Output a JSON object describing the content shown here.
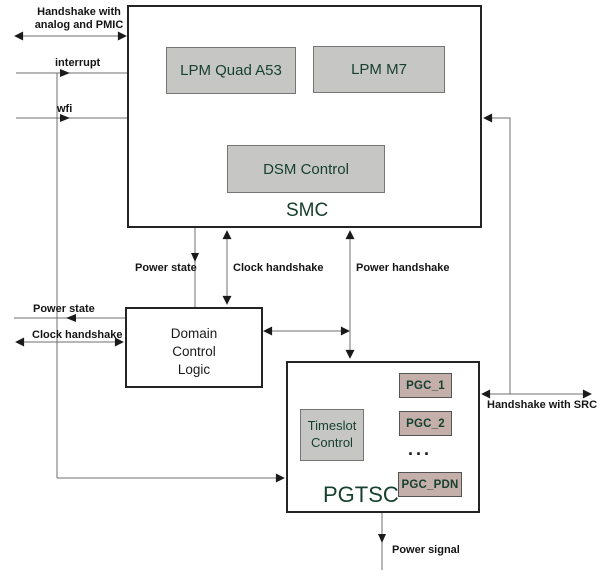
{
  "diagram": {
    "smc": {
      "label": "SMC",
      "blocks": {
        "lpm_a53": "LPM Quad A53",
        "lpm_m7": "LPM M7",
        "dsm": "DSM Control"
      }
    },
    "domain_control": {
      "label": "Domain Control Logic"
    },
    "pgtsc": {
      "label": "PGTSC",
      "timeslot": "Timeslot Control",
      "pgc_units": [
        "PGC_1",
        "PGC_2",
        "PGC_PDN"
      ],
      "ellipsis": "..."
    },
    "connector_labels": {
      "handshake_pmic": "Handshake with analog and PMIC",
      "interrupt": "interrupt",
      "wfi": "wfi",
      "power_state_mid": "Power state",
      "clock_handshake_mid": "Clock handshake",
      "power_handshake": "Power handshake",
      "power_state_left": "Power state",
      "clock_handshake_left": "Clock handshake",
      "handshake_src": "Handshake with SRC",
      "power_signal": "Power signal"
    },
    "colors": {
      "block_fill": "#c6c7c5",
      "pgc_fill": "#c4afab",
      "block_text": "#17402e",
      "line": "#6f6f6f",
      "arrowhead": "#1a1a1a",
      "outer_border": "#242424"
    }
  }
}
